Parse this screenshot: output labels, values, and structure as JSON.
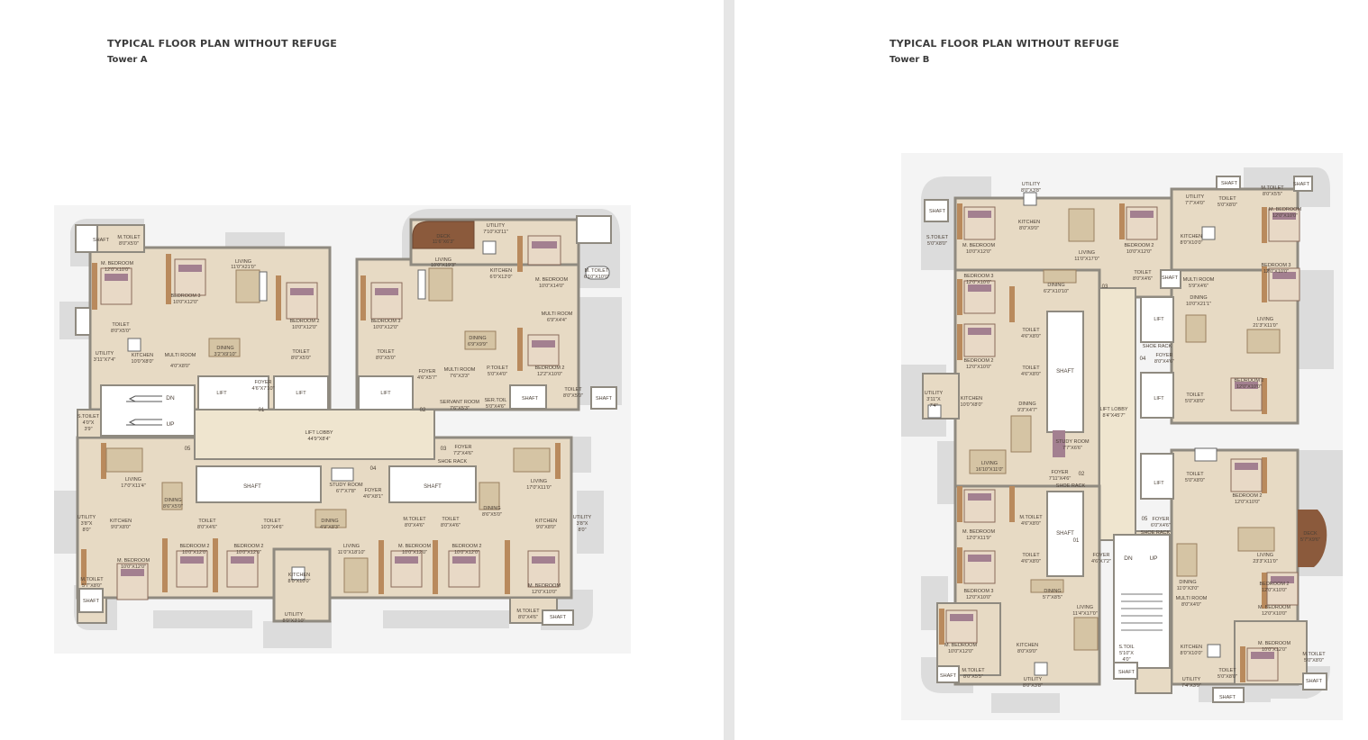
{
  "left": {
    "title": "TYPICAL FLOOR PLAN WITHOUT REFUGE",
    "tower": "Tower A",
    "labels": {
      "shaft": "SHAFT",
      "mtoilet1": "M.TOILET",
      "mtoilet1_dim": "8'0\"X5'0\"",
      "mbed1": "M. BEDROOM",
      "mbed1_dim": "12'0\"X10'0\"",
      "bed3a": "BEDROOM 3",
      "bed3a_dim": "10'0\"X12'0\"",
      "living1": "LIVING",
      "living1_dim": "11'0\"X21'0\"",
      "bed2a": "BEDROOM 2",
      "bed2a_dim": "10'0\"X12'0\"",
      "bed3b": "BEDROOM 3",
      "bed3b_dim": "10'0\"X12'0\"",
      "living2": "LIVING",
      "living2_dim": "10'0\"X19'3\"",
      "deck": "DECK",
      "deck_dim": "11'6\"X6'3\"",
      "utility1": "UTILITY",
      "utility1_dim": "7'10\"X3'11\"",
      "kitchen1": "KITCHEN",
      "kitchen1_dim": "6'0\"X12'0\"",
      "mbed2": "M. BEDROOM",
      "mbed2_dim": "10'0\"X14'0\"",
      "mtoilet2": "M. TOILET",
      "mtoilet2_dim": "6'10\"X10'0\"",
      "dining1": "DINING",
      "dining1_dim": "6'9\"X9'9\"",
      "multi1": "MULTI ROOM",
      "multi1_dim": "6'9\"X4'4\"",
      "toilet1": "TOILET",
      "toilet1_dim": "8'0\"X5'0\"",
      "kitchen2": "KITCHEN",
      "kitchen2_dim": "10'0\"X8'0\"",
      "multi2": "MULTI ROOM",
      "multi2_dim": "4'0\"X8'0\"",
      "dining2": "DINING",
      "dining2_dim": "3'2\"X9'10\"",
      "utility2": "UTILITY",
      "utility2_dim": "3'11\"X7'4\"",
      "toilet2": "TOILET",
      "toilet2_dim": "8'0\"X5'0\"",
      "toilet3": "TOILET",
      "toilet3_dim": "8'0\"X5'0\"",
      "lift": "LIFT",
      "foyer1": "FOYER",
      "foyer1_dim": "4'6\"X7'10\"",
      "shoerack": "SHOE RACK",
      "multi3": "MULTI ROOM",
      "multi3_dim": "7'6\"X3'3\"",
      "ptoilet": "P.TOILET",
      "ptoilet_dim": "5'0\"X4'0\"",
      "bed2b": "BEDROOM 2",
      "bed2b_dim": "12'2\"X10'0\"",
      "toilet4": "TOILET",
      "toilet4_dim": "8'0\"X5'0\"",
      "foyer2": "FOYER",
      "foyer2_dim": "4'6\"X5'7\"",
      "servant": "SERVANT ROOM",
      "servant_dim": "7'6\"X5'3\"",
      "sertoil": "SER.TOIL",
      "sertoil_dim": "5'0\"X4'6\"",
      "dn": "DN",
      "up": "UP",
      "stoilet": "S.TOILET",
      "stoilet_dim": "4'0\"X",
      "stoilet_dim2": "3'9\"",
      "lobby": "LIFT LOBBY",
      "lobby_dim": "44'9\"X8'4\"",
      "n01": "01",
      "n02": "02",
      "n03": "03",
      "n04": "04",
      "n05": "05",
      "foyer3": "FOYER",
      "foyer3_dim": "7'2\"X4'6\"",
      "living3": "LIVING",
      "living3_dim": "17'0\"X11'4\"",
      "living4": "LIVING",
      "living4_dim": "17'0\"X11'0\"",
      "dining3": "DINING",
      "dining3_dim": "8'6\"X5'0\"",
      "dining4": "DINING",
      "dining4_dim": "8'6\"X5'0\"",
      "study": "STUDY ROOM",
      "study_dim": "6'7\"X7'8\"",
      "foyer4": "FOYER",
      "foyer4_dim": "4'6\"X8'1\"",
      "utility3": "UTILITY",
      "utility3_dim": "3'8\"X",
      "utility3_dim2": "8'0\"",
      "kitchen3": "KITCHEN",
      "kitchen3_dim": "9'0\"X8'0\"",
      "toilet5": "TOILET",
      "toilet5_dim": "8'0\"X4'6\"",
      "toilet6": "TOILET",
      "toilet6_dim": "10'3\"X4'6\"",
      "dining5": "DINING",
      "dining5_dim": "4'9\"X8'3\"",
      "mtoilet3": "M.TOILET",
      "mtoilet3_dim": "8'0\"X4'6\"",
      "toilet7": "TOILET",
      "toilet7_dim": "8'0\"X4'6\"",
      "kitchen4": "KITCHEN",
      "kitchen4_dim": "9'0\"X8'0\"",
      "utility4": "UTILITY",
      "utility4_dim": "3'8\"X",
      "utility4_dim2": "8'0\"",
      "mbed3": "M. BEDROOM",
      "mbed3_dim": "10'0\"X12'0\"",
      "bed2c": "BEDROOM 2",
      "bed2c_dim": "10'0\"X12'0\"",
      "bed2d": "BEDROOM 2",
      "bed2d_dim": "10'0\"X12'0\"",
      "living5": "LIVING",
      "living5_dim": "11'0\"X18'10\"",
      "mbed4": "M. BEDROOM",
      "mbed4_dim": "10'0\"X12'0\"",
      "bed2e": "BEDROOM 2",
      "bed2e_dim": "10'0\"X12'0\"",
      "mbed5": "M. BEDROOM",
      "mbed5_dim": "12'0\"X10'0\"",
      "mtoilet4": "M.TOILET",
      "mtoilet4_dim": "5'7\"X8'0\"",
      "kitchen5": "KITCHEN",
      "kitchen5_dim": "8'0\"X10'0\"",
      "utility5": "UTILITY",
      "utility5_dim": "8'0\"X3'10\"",
      "mtoilet5": "M.TOILET",
      "mtoilet5_dim": "8'0\"X4'6\""
    }
  },
  "right": {
    "title": "TYPICAL FLOOR PLAN WITHOUT REFUGE",
    "tower": "Tower B",
    "labels": {
      "shaft": "SHAFT",
      "stoilet": "S.TOILET",
      "stoilet_dim": "5'0\"X8'0\"",
      "mbed1": "M. BEDROOM",
      "mbed1_dim": "10'0\"X12'0\"",
      "utility1": "UTILITY",
      "utility1_dim": "8'0\"X3'8\"",
      "kitchen1": "KITCHEN",
      "kitchen1_dim": "8'0\"X9'0\"",
      "living1": "LIVING",
      "living1_dim": "11'0\"X17'0\"",
      "bed2a": "BEDROOM 2",
      "bed2a_dim": "10'0\"X12'0\"",
      "utility2": "UTILITY",
      "utility2_dim": "7'7\"X4'0\"",
      "kitchen2": "KITCHEN",
      "kitchen2_dim": "8'0\"X10'0\"",
      "toilet1": "TOILET",
      "toilet1_dim": "5'0\"X8'0\"",
      "mtoilet1": "M.TOILET",
      "mtoilet1_dim": "8'0\"X5'5\"",
      "mbed2": "M. BEDROOM",
      "mbed2_dim": "12'0\"X10'0\"",
      "bed3a": "BEDROOM 3",
      "bed3a_dim": "12'0\"X10'0\"",
      "dining1": "DINING",
      "dining1_dim": "6'2\"X10'10\"",
      "toilet2": "TOILET",
      "toilet2_dim": "8'0\"X4'6\"",
      "multi1": "MULTI ROOM",
      "multi1_dim": "5'9\"X4'6\"",
      "dining2": "DINING",
      "dining2_dim": "10'0\"X21'1\"",
      "bed3b": "BEDROOM 3",
      "bed3b_dim": "12'0\"X10'0\"",
      "living2": "LIVING",
      "living2_dim": "21'3\"X11'0\"",
      "lift": "LIFT",
      "shoerack": "SHOE RACK",
      "foyer1": "FOYER",
      "foyer1_dim": "8'0\"X4'6\"",
      "bed2b": "BEDROOM 2",
      "bed2b_dim": "12'0\"X10'0\"",
      "toilet3": "TOILET",
      "toilet3_dim": "4'6\"X8'0\"",
      "toilet4": "TOILET",
      "toilet4_dim": "4'6\"X8'0\"",
      "toilet5": "TOILET",
      "toilet5_dim": "5'0\"X8'0\"",
      "bed2c": "BEDROOM 2",
      "bed2c_dim": "12'0\"X10'0\"",
      "utility3": "UTILITY",
      "utility3_dim": "3'11\"X",
      "utility3_dim2": "7'4\"",
      "kitchen3": "KITCHEN",
      "kitchen3_dim": "10'0\"X8'0\"",
      "dining3": "DINING",
      "dining3_dim": "9'3\"X4'7\"",
      "lobby": "LIFT LOBBY",
      "lobby_dim": "8'4\"X45'7\"",
      "study": "STUDY ROOM",
      "study_dim": "7'7\"X6'6\"",
      "living3": "LIVING",
      "living3_dim": "16'10\"X11'0\"",
      "foyer2": "FOYER",
      "foyer2_dim": "7'11\"X4'6\"",
      "toilet6": "TOILET",
      "toilet6_dim": "5'0\"X8'0\"",
      "bed2d": "BEDROOM 2",
      "bed2d_dim": "12'0\"X10'0\"",
      "mtoilet2": "M.TOILET",
      "mtoilet2_dim": "4'6\"X8'0\"",
      "mbed3": "M. BEDROOM",
      "mbed3_dim": "12'0\"X11'9\"",
      "foyer3": "FOYER",
      "foyer3_dim": "6'0\"X4'6\"",
      "deck": "DECK",
      "deck_dim": "5'7\"X9'6\"",
      "living4": "LIVING",
      "living4_dim": "23'3\"X11'0\"",
      "toilet7": "TOILET",
      "toilet7_dim": "4'6\"X8'0\"",
      "foyer4": "FOYER",
      "foyer4_dim": "4'6\"X7'2\"",
      "dn": "DN",
      "up": "UP",
      "dining4": "DINING",
      "dining4_dim": "11'0\"X3'0\"",
      "bed2e": "BEDROOM 2",
      "bed2e_dim": "12'0\"X10'0\"",
      "bed3c": "BEDROOM 3",
      "bed3c_dim": "12'0\"X10'0\"",
      "dining5": "DINING",
      "dining5_dim": "5'7\"X8'5\"",
      "living5": "LIVING",
      "living5_dim": "11'4\"X17'0\"",
      "multi2": "MULTI ROOM",
      "multi2_dim": "8'0\"X4'0\"",
      "mbed4": "M. BEDROOM",
      "mbed4_dim": "12'0\"X10'0\"",
      "mbed5": "M. BEDROOM",
      "mbed5_dim": "10'0\"X12'0\"",
      "mbed6": "M. BEDROOM",
      "mbed6_dim": "10'0\"X12'0\"",
      "kitchen4": "KITCHEN",
      "kitchen4_dim": "8'0\"X9'0\"",
      "kitchen5": "KITCHEN",
      "kitchen5_dim": "8'0\"X10'0\"",
      "mtoilet3": "M.TOILET",
      "mtoilet3_dim": "8'0\"X5'5\"",
      "mtoilet4": "M.TOILET",
      "mtoilet4_dim": "5'0\"X8'0\"",
      "stoil2": "S.TOIL",
      "stoil2_dim": "5'10\"X",
      "stoil2_dim2": "4'0\"",
      "utility4": "UTILITY",
      "utility4_dim": "8'0\"X3'8\"",
      "utility5": "UTILITY",
      "utility5_dim": "7'4\"X3'9\"",
      "toilet8": "TOILET",
      "toilet8_dim": "5'0\"X8'0\"",
      "n01": "01",
      "n02": "02",
      "n03": "03",
      "n04": "04",
      "n05": "05"
    }
  },
  "colors": {
    "wall": "#8f8a80",
    "floor": "#e7dac4",
    "lobby": "#efe5cf",
    "wood": "#b98a5d",
    "darkwood": "#8a5a3a",
    "bed": "#a08090",
    "shaft": "#ffffff",
    "balcony": "#d8d8d8",
    "deck": "#8b5a3c"
  }
}
